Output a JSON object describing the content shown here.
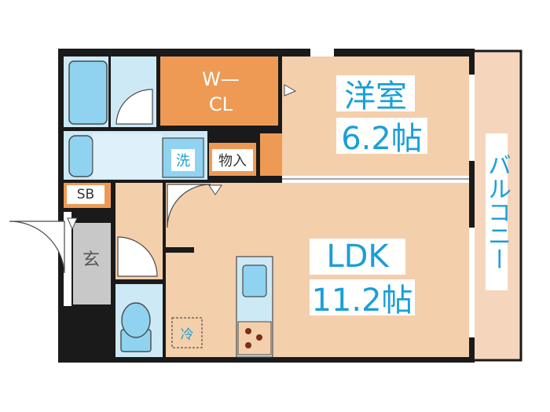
{
  "rooms": {
    "walk_in_closet": {
      "line1": "W—",
      "line2": "CL"
    },
    "western_room": {
      "name": "洋室",
      "size": "6.2帖"
    },
    "laundry": "洗",
    "storage": "物入",
    "shoe_box": "SB",
    "entrance": "玄",
    "ldk": {
      "name": "LDK",
      "size": "11.2帖"
    },
    "fridge": "冷",
    "balcony": "バルコニー"
  },
  "colors": {
    "wall": "#1a1a1a",
    "room_floor": "#f4cfac",
    "closet_floor": "#ee9a55",
    "wet_area": "#cde9f6",
    "fixture": "#8fd3f0",
    "balcony": "#f5d6bd",
    "entrance_floor": "#c8c8c8",
    "label_text": "#1a9fd6",
    "label_orange": "#e0641c"
  }
}
